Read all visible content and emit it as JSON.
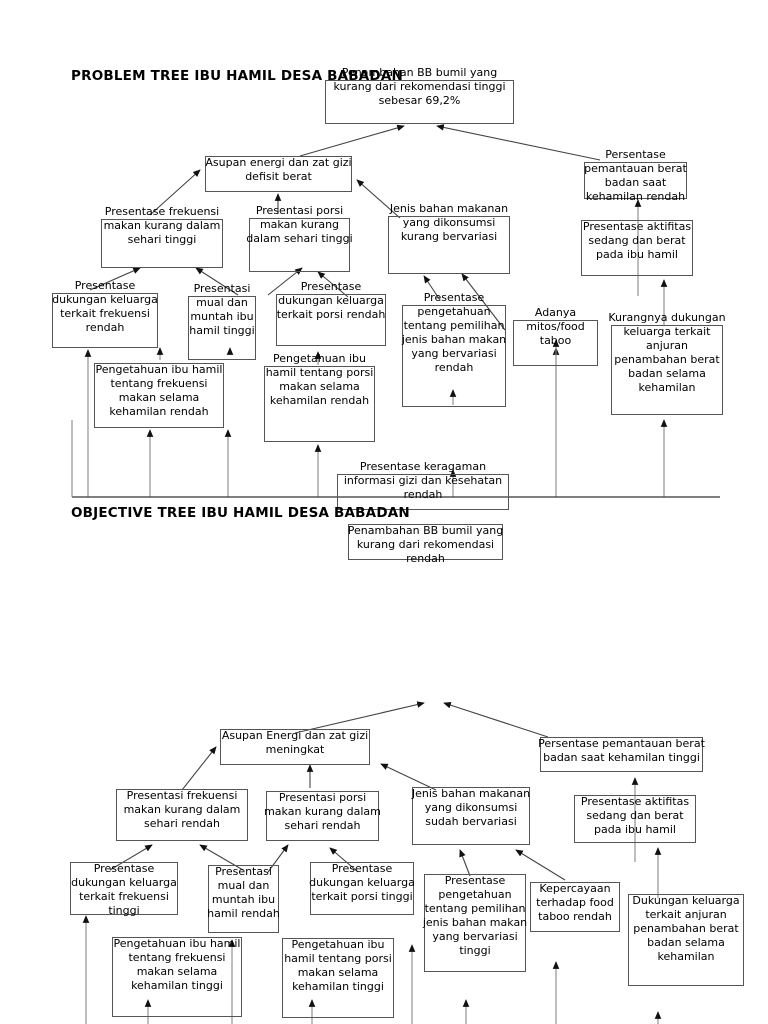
{
  "page": {
    "problem_tree_title": "PROBLEM TREE IBU HAMIL DESA BABADAN",
    "objective_tree_title": "OBJECTIVE TREE IBU HAMIL DESA BABADAN"
  },
  "problem_tree": {
    "nodes": [
      {
        "id": "pt-root",
        "text": "Penambahan BB bumil yang kurang dari rekomendasi tinggi sebesar 69,2%"
      },
      {
        "id": "pt-asupan",
        "text": "Asupan energi dan zat gizi defisit berat"
      },
      {
        "id": "pt-pemantauan",
        "text": "Persentase pemantauan berat badan saat kehamilan rendah"
      },
      {
        "id": "pt-frekuensi",
        "text": "Presentase frekuensi makan kurang dalam sehari tinggi"
      },
      {
        "id": "pt-porsi",
        "text": "Presentasi porsi makan kurang dalam sehari tinggi"
      },
      {
        "id": "pt-jenis",
        "text": "Jenis bahan makanan yang dikonsumsi kurang bervariasi"
      },
      {
        "id": "pt-aktifitas",
        "text": "Presentase aktifitas sedang dan berat pada ibu hamil"
      },
      {
        "id": "pt-duk-frek",
        "text": "Presentase dukungan keluarga terkait frekuensi rendah"
      },
      {
        "id": "pt-mual",
        "text": "Presentasi mual dan muntah ibu hamil tinggi"
      },
      {
        "id": "pt-duk-porsi",
        "text": "Presentase dukungan keluarga terkait porsi  rendah"
      },
      {
        "id": "pt-penget-jenis",
        "text": "Presentase pengetahuan tentang pemilihan jenis bahan makan yang bervariasi rendah"
      },
      {
        "id": "pt-mitos",
        "text": "Adanya mitos/food taboo"
      },
      {
        "id": "pt-kurang-duk",
        "text": "Kurangnya dukungan keluarga terkait anjuran penambahan berat badan selama kehamilan"
      },
      {
        "id": "pt-penget-frek",
        "text": "Pengetahuan ibu hamil tentang frekuensi makan selama kehamilan rendah"
      },
      {
        "id": "pt-penget-porsi",
        "text": "Pengetahuan ibu hamil tentang porsi makan selama kehamilan rendah"
      },
      {
        "id": "pt-keragaman",
        "text": "Presentase keragaman informasi gizi dan kesehatan rendah"
      }
    ]
  },
  "objective_tree": {
    "nodes": [
      {
        "id": "ot-asupan",
        "text": "Asupan Energi dan zat gizi meningkat"
      },
      {
        "id": "ot-pemantauan",
        "text": "Persentase pemantauan berat badan saat kehamilan tinggi"
      },
      {
        "id": "ot-frekuensi",
        "text": "Presentasi frekuensi makan kurang dalam sehari rendah"
      },
      {
        "id": "ot-porsi",
        "text": "Presentasi porsi makan kurang dalam sehari rendah"
      },
      {
        "id": "ot-jenis",
        "text": "Jenis bahan makanan yang dikonsumsi sudah bervariasi"
      },
      {
        "id": "ot-aktifitas",
        "text": "Presentase aktifitas sedang  dan berat pada ibu hamil"
      },
      {
        "id": "ot-duk-frek",
        "text": "Presentase dukungan keluarga terkait frekuensi tinggi"
      },
      {
        "id": "ot-mual",
        "text": "Presentasi mual dan muntah ibu hamil rendah"
      },
      {
        "id": "ot-duk-porsi",
        "text": "Presentase dukungan keluarga terkait porsi tinggi"
      },
      {
        "id": "ot-penget-jenis",
        "text": "Presentase pengetahuan tentang pemilihan jenis bahan makan yang bervariasi tinggi"
      },
      {
        "id": "ot-kepercayaan",
        "text": "Kepercayaan terhadap food taboo rendah"
      },
      {
        "id": "ot-dukungan",
        "text": "Dukungan keluarga terkait anjuran penambahan berat badan selama kehamilan"
      },
      {
        "id": "ot-penget-frek",
        "text": "Pengetahuan ibu hamil tentang frekuensi makan selama kehamilan tinggi"
      },
      {
        "id": "ot-penget-porsi",
        "text": "Pengetahuan ibu hamil tentang porsi makan selama kehamilan tinggi"
      },
      {
        "id": "ot-root",
        "text": "Penambahan BB bumil yang kurang dari rekomendasi rendah"
      }
    ]
  },
  "colors": {
    "box_border": "#555555",
    "line": "#333333",
    "text": "#000000",
    "background": "#ffffff"
  }
}
